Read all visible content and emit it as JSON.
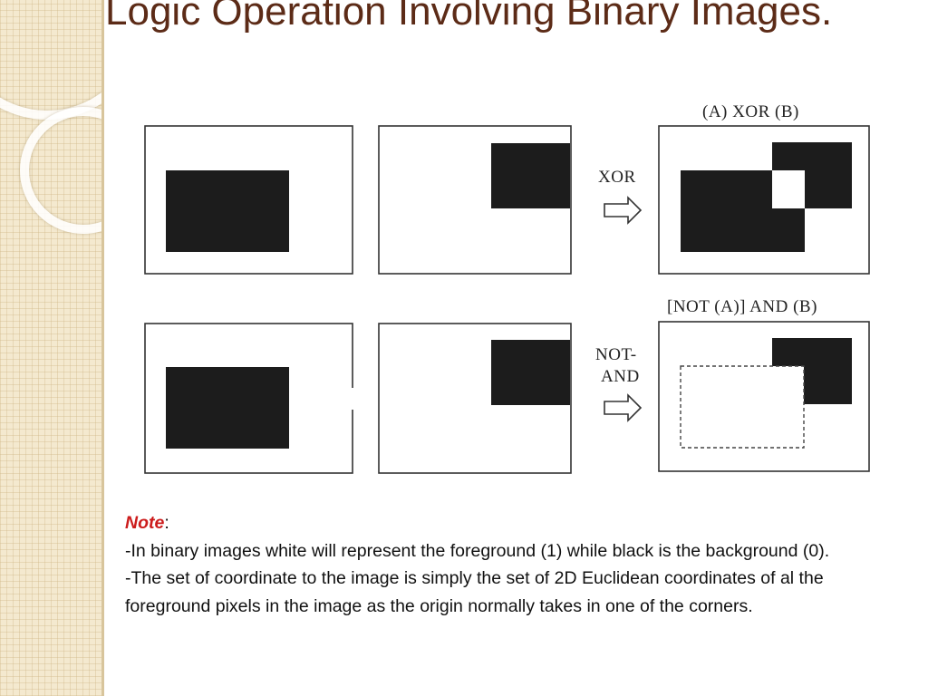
{
  "slide": {
    "title": "Logic Operation Involving Binary Images."
  },
  "diagram": {
    "xor_result_label": "(A) XOR (B)",
    "xor_operator": "XOR",
    "notand_result_label": "[NOT (A)] AND (B)",
    "notand_operator_line1": "NOT-",
    "notand_operator_line2": "AND",
    "arrow_icon": "hollow-right-arrow"
  },
  "note": {
    "label": "Note",
    "label_suffix": ":",
    "line1": "-In binary images white will represent the foreground (1) while black is the background (0).",
    "line2": "-The set of coordinate to the image is simply the set of 2D Euclidean coordinates of al the foreground pixels in the image as the origin normally takes in one of the corners."
  },
  "colors": {
    "title": "#5c2b17",
    "note_label": "#cc1c1c",
    "strip": "#f4e9cf"
  }
}
